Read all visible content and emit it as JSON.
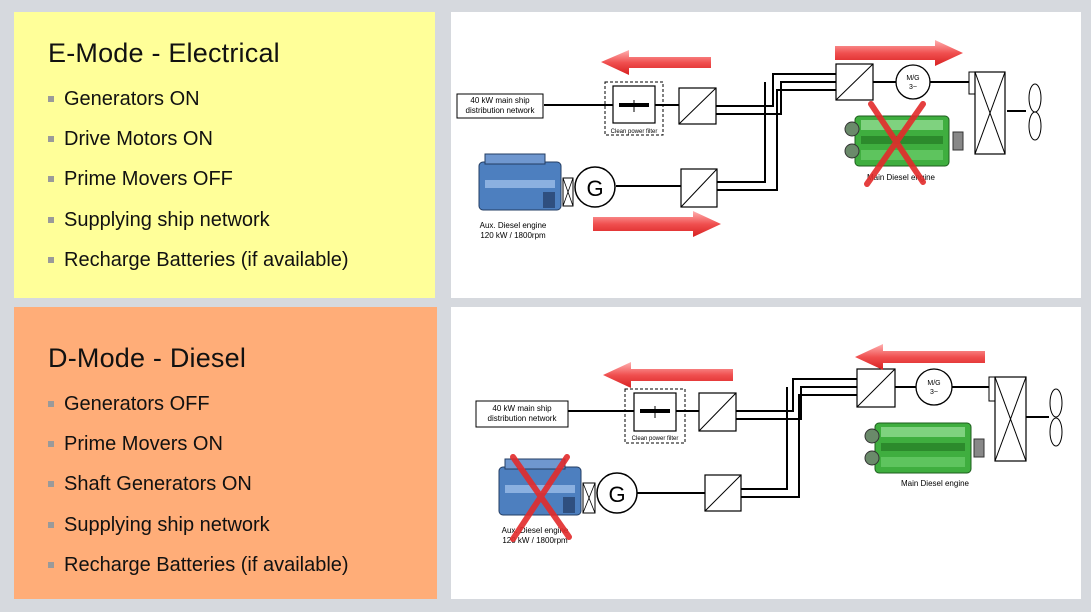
{
  "e_mode": {
    "title": "E-Mode - Electrical",
    "items": [
      "Generators ON",
      "Drive Motors ON",
      "Prime Movers OFF",
      "Supplying ship network",
      "Recharge Batteries (if available)"
    ],
    "diagram": {
      "network_label_1": "40 kW main ship",
      "network_label_2": "distribution network",
      "filter_label": "Clean power filter",
      "aux_label_1": "Aux. Diesel engine",
      "aux_label_2": "120 kW / 1800rpm",
      "main_label": "Main Diesel engine",
      "motor_label_1": "M/G",
      "motor_label_2": "3~",
      "gen_label": "G"
    }
  },
  "d_mode": {
    "title": "D-Mode - Diesel",
    "items": [
      "Generators OFF",
      "Prime Movers ON",
      "Shaft Generators ON",
      "Supplying ship network",
      "Recharge Batteries (if available)"
    ],
    "diagram": {
      "network_label_1": "40 kW main ship",
      "network_label_2": "distribution network",
      "filter_label": "Clean power filter",
      "aux_label_1": "Aux. Diesel engine",
      "aux_label_2": "120 kW / 1800rpm",
      "main_label": "Main Diesel engine",
      "motor_label_1": "M/G",
      "motor_label_2": "3~",
      "gen_label": "G"
    }
  },
  "colors": {
    "e_panel": "#ffff99",
    "d_panel": "#ffad78",
    "arrow": "#ee3a3a",
    "cross": "#e32b2b",
    "engine_green": "#3fae3f",
    "engine_blue": "#4d7fbf"
  }
}
